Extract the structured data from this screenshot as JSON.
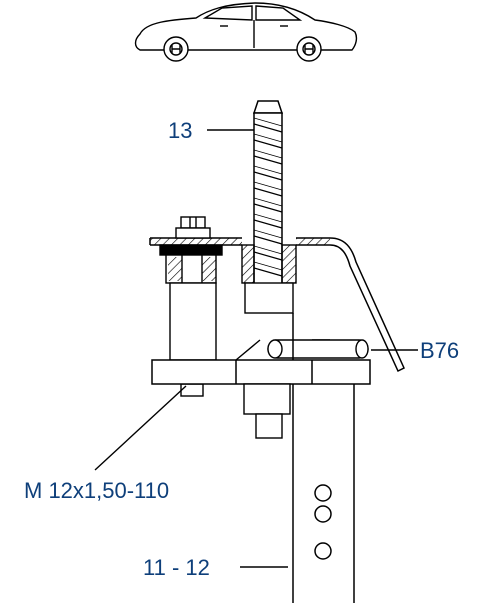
{
  "labels": {
    "part_13": "13",
    "part_b76": "B76",
    "bolt_spec": "M 12x1,50-110",
    "part_11_12": "11 - 12"
  },
  "icons": {
    "vehicle": "car-sedan-icon"
  },
  "colors": {
    "label_text": "#0e3f7a",
    "line_art": "#000000",
    "background": "#ffffff"
  }
}
